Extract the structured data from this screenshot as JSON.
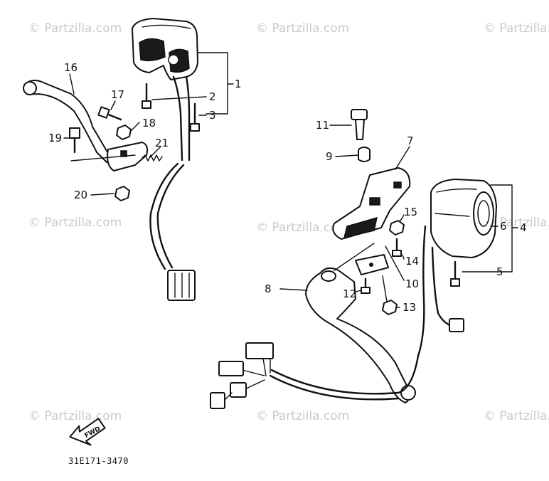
{
  "watermark": "© Partzilla.com",
  "diagram_code": "31E171-3470",
  "fwd_label": "FWD",
  "callouts": [
    {
      "id": "1",
      "label": "1"
    },
    {
      "id": "2",
      "label": "2"
    },
    {
      "id": "3",
      "label": "3"
    },
    {
      "id": "4",
      "label": "4"
    },
    {
      "id": "5",
      "label": "5"
    },
    {
      "id": "6",
      "label": "6"
    },
    {
      "id": "7",
      "label": "7"
    },
    {
      "id": "8",
      "label": "8"
    },
    {
      "id": "9",
      "label": "9"
    },
    {
      "id": "10",
      "label": "10"
    },
    {
      "id": "11",
      "label": "11"
    },
    {
      "id": "12",
      "label": "12"
    },
    {
      "id": "13",
      "label": "13"
    },
    {
      "id": "14",
      "label": "14"
    },
    {
      "id": "15",
      "label": "15"
    },
    {
      "id": "16",
      "label": "16"
    },
    {
      "id": "17",
      "label": "17"
    },
    {
      "id": "18",
      "label": "18"
    },
    {
      "id": "19",
      "label": "19"
    },
    {
      "id": "20",
      "label": "20"
    },
    {
      "id": "21",
      "label": "21"
    }
  ]
}
